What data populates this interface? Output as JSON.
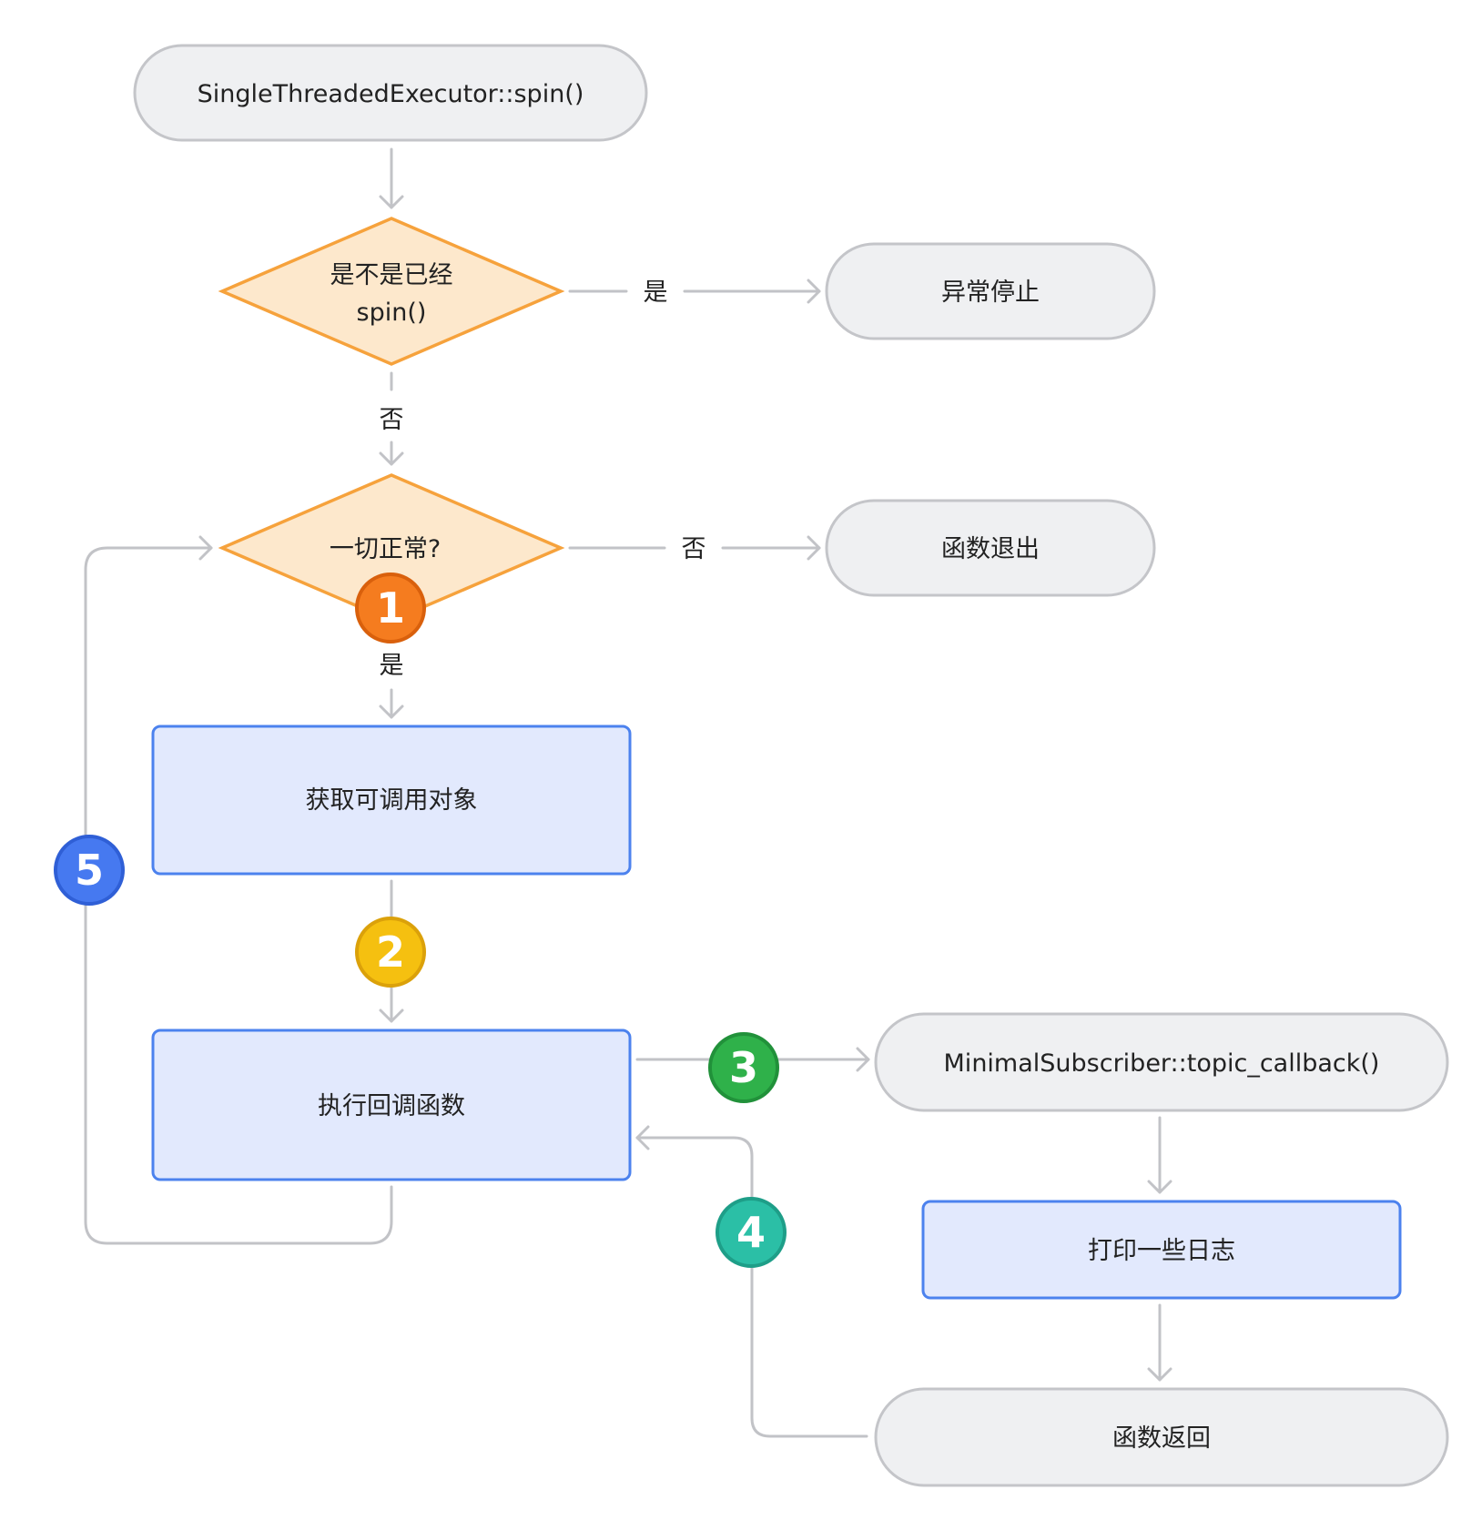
{
  "nodes": {
    "start": "SingleThreadedExecutor::spin()",
    "decision_spin": [
      "是不是已经",
      "spin()"
    ],
    "stop": "异常停止",
    "decision_ok": "一切正常?",
    "exit": "函数退出",
    "get_callable": "获取可调用对象",
    "exec_callback": "执行回调函数",
    "topic_callback": "MinimalSubscriber::topic_callback()",
    "print_log": "打印一些日志",
    "func_return": "函数返回"
  },
  "edge_labels": {
    "spin_yes": "是",
    "spin_no": "否",
    "ok_no": "否",
    "ok_yes": "是"
  },
  "badges": [
    {
      "label": "1",
      "color": "#f57c1f",
      "ring": "#d9600c"
    },
    {
      "label": "2",
      "color": "#f5c010",
      "ring": "#dba10a"
    },
    {
      "label": "3",
      "color": "#2fb14a",
      "ring": "#21913a"
    },
    {
      "label": "4",
      "color": "#2bbfa6",
      "ring": "#1e9e88"
    },
    {
      "label": "5",
      "color": "#4679f0",
      "ring": "#2f5fd6"
    }
  ]
}
